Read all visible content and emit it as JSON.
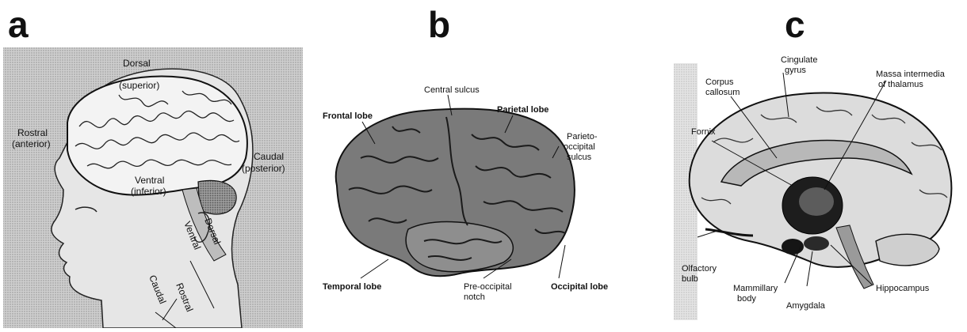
{
  "panels": {
    "a": {
      "letter": "a",
      "labels": {
        "dorsal_top_1": "Dorsal",
        "dorsal_top_2": "(superior)",
        "rostral_1": "Rostral",
        "rostral_2": "(anterior)",
        "caudal_1": "Caudal",
        "caudal_2": "(posterior)",
        "ventral_1": "Ventral",
        "ventral_2": "(inferior)",
        "dorsal_spine": "Dorsal",
        "ventral_spine": "Ventral",
        "rostral_spine": "Rostral",
        "caudal_spine": "Caudal"
      }
    },
    "b": {
      "letter": "b",
      "labels": {
        "frontal_lobe": "Frontal lobe",
        "central_sulcus": "Central sulcus",
        "parietal_lobe": "Parietal lobe",
        "parieto_1": "Parieto-",
        "parieto_2": "occipital",
        "parieto_3": "sulcus",
        "temporal_lobe": "Temporal lobe",
        "preoccipital_1": "Pre-occipital",
        "preoccipital_2": "notch",
        "occipital_lobe": "Occipital lobe"
      }
    },
    "c": {
      "letter": "c",
      "labels": {
        "cingulate_1": "Cingulate",
        "cingulate_2": "gyrus",
        "corpus_1": "Corpus",
        "corpus_2": "callosum",
        "massa_1": "Massa intermedia",
        "massa_2": "of thalamus",
        "fornix": "Fornix",
        "olfactory_1": "Olfactory",
        "olfactory_2": "bulb",
        "mammillary_1": "Mammillary",
        "mammillary_2": "body",
        "amygdala": "Amygdala",
        "hippocampus": "Hippocampus"
      }
    }
  }
}
